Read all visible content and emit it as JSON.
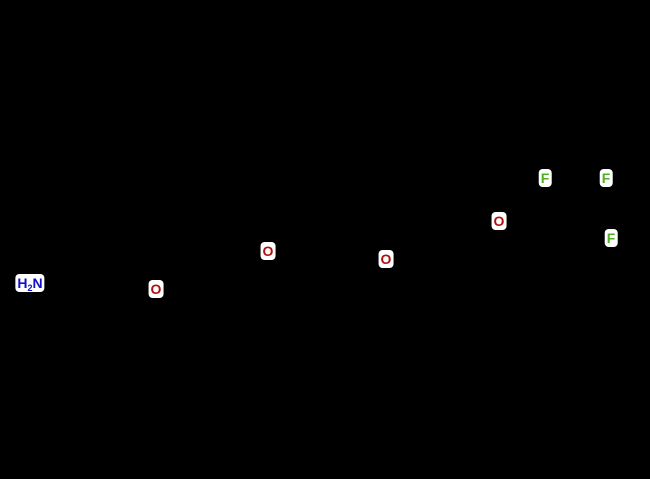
{
  "molecule": {
    "atoms": [
      {
        "id": "n1",
        "element": "N",
        "label_main": "H",
        "label_sub": "2",
        "label_tail": "N",
        "color": "#1010c8"
      },
      {
        "id": "o1",
        "element": "O",
        "label": "O",
        "color": "#b01010"
      },
      {
        "id": "o2",
        "element": "O",
        "label": "O",
        "color": "#b01010"
      },
      {
        "id": "o3",
        "element": "O",
        "label": "O",
        "color": "#b01010"
      },
      {
        "id": "o4",
        "element": "O",
        "label": "O",
        "color": "#b01010"
      },
      {
        "id": "f1",
        "element": "F",
        "label": "F",
        "color": "#50b020"
      },
      {
        "id": "f2",
        "element": "F",
        "label": "F",
        "color": "#50b020"
      },
      {
        "id": "f3",
        "element": "F",
        "label": "F",
        "color": "#50b020"
      }
    ],
    "bond_color": "#000000"
  }
}
